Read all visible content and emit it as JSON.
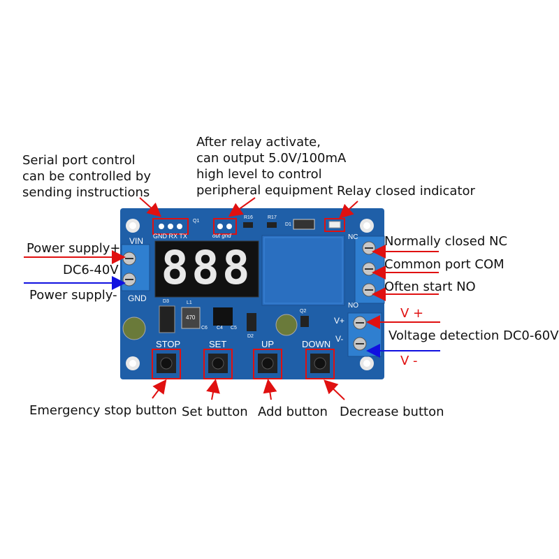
{
  "annotations": {
    "serial_port": [
      "Serial port control",
      "can be controlled by",
      "sending instructions"
    ],
    "relay_output": [
      "After relay activate,",
      "can output 5.0V/100mA",
      "high level to control",
      "peripheral equipment"
    ],
    "relay_indicator": "Relay closed indicator",
    "power_plus": "Power supply+",
    "power_range": "DC6-40V",
    "power_minus": "Power supply-",
    "normally_closed": "Normally closed NC",
    "common_port": "Common port COM",
    "often_start": "Often start NO",
    "v_plus": "V +",
    "voltage_detection": "Voltage detection DC0-60V",
    "v_minus": "V -",
    "stop_button": "Emergency stop button",
    "set_button": "Set button",
    "add_button": "Add button",
    "decrease_button": "Decrease button"
  },
  "board": {
    "vin": "VIN",
    "gnd": "GND",
    "serial_header": "GND RX TX",
    "output_header": "out gnd",
    "nc": "NC",
    "no": "NO",
    "vplus": "V+",
    "vminus": "V-",
    "display": "888",
    "buttons": [
      "STOP",
      "SET",
      "UP",
      "DOWN"
    ],
    "parts": [
      "Q1",
      "R16",
      "R17",
      "D1",
      "D3",
      "L1",
      "C6",
      "C4",
      "C5",
      "D2",
      "Q2"
    ],
    "inductor_code": "470"
  },
  "colors": {
    "pcb": "#1f5fa8",
    "annotation_arrow": "#e01010",
    "positive": "#e01010",
    "negative": "#1010e0",
    "relay": "#2a6fc0",
    "terminal": "#2f7fd0"
  }
}
